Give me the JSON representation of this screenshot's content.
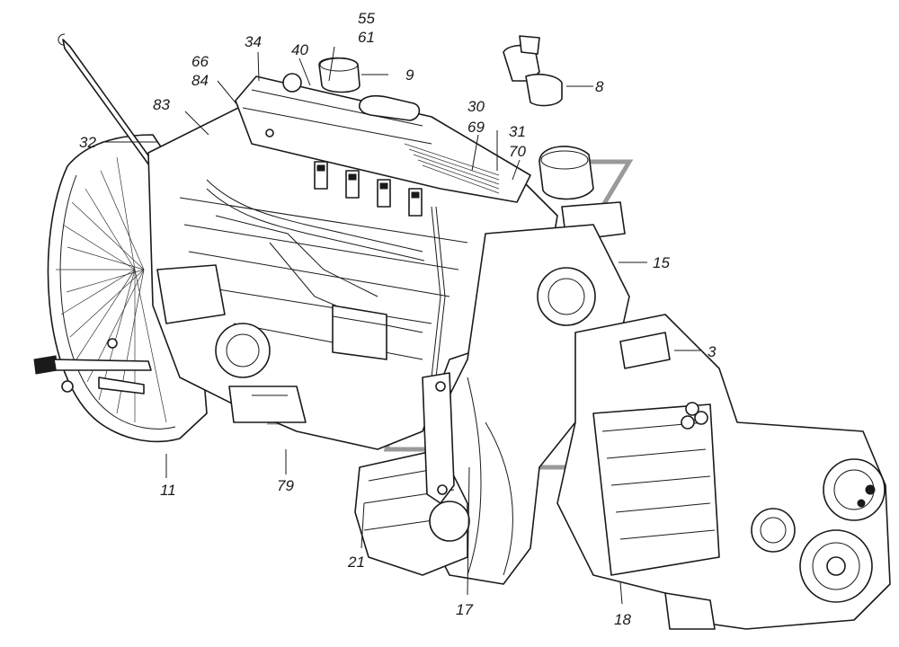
{
  "callouts": [
    {
      "id": "55",
      "text": "55"
    },
    {
      "id": "61",
      "text": "61"
    },
    {
      "id": "34",
      "text": "34"
    },
    {
      "id": "40",
      "text": "40"
    },
    {
      "id": "9",
      "text": "9"
    },
    {
      "id": "66",
      "text": "66"
    },
    {
      "id": "84",
      "text": "84"
    },
    {
      "id": "8",
      "text": "8"
    },
    {
      "id": "83",
      "text": "83"
    },
    {
      "id": "30",
      "text": "30"
    },
    {
      "id": "69",
      "text": "69"
    },
    {
      "id": "31",
      "text": "31"
    },
    {
      "id": "32",
      "text": "32"
    },
    {
      "id": "70",
      "text": "70"
    },
    {
      "id": "15",
      "text": "15"
    },
    {
      "id": "3",
      "text": "3"
    },
    {
      "id": "11",
      "text": "11"
    },
    {
      "id": "79",
      "text": "79"
    },
    {
      "id": "21",
      "text": "21"
    },
    {
      "id": "17",
      "text": "17"
    },
    {
      "id": "18",
      "text": "18"
    }
  ]
}
